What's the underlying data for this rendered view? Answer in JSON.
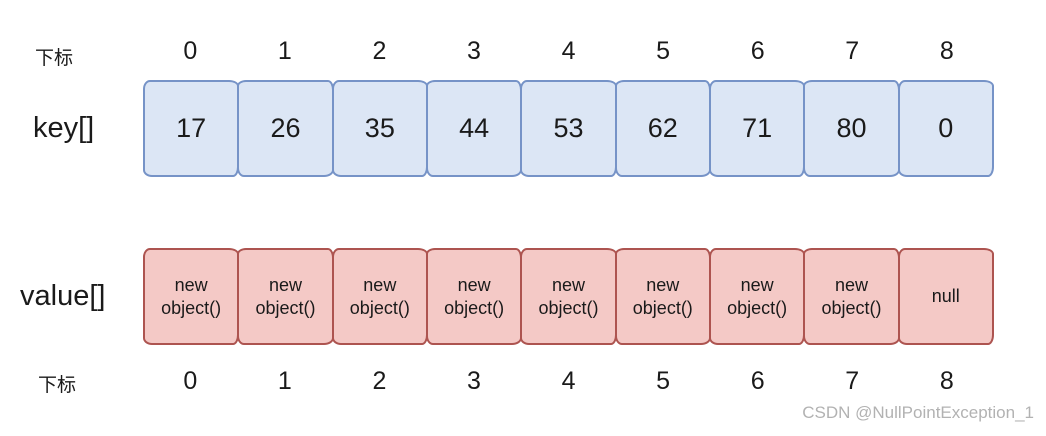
{
  "labels": {
    "index_top": "下标",
    "index_bottom": "下标",
    "key_array": "key[]",
    "value_array": "value[]"
  },
  "indices": [
    "0",
    "1",
    "2",
    "3",
    "4",
    "5",
    "6",
    "7",
    "8"
  ],
  "key_values": [
    "17",
    "26",
    "35",
    "44",
    "53",
    "62",
    "71",
    "80",
    "0"
  ],
  "value_values": [
    "new object()",
    "new object()",
    "new object()",
    "new object()",
    "new object()",
    "new object()",
    "new object()",
    "new object()",
    "null"
  ],
  "watermark": "CSDN @NullPointException_1",
  "colors": {
    "key_cell_fill": "#dce6f5",
    "key_cell_border": "#7693c7",
    "value_cell_fill": "#f4c9c6",
    "value_cell_border": "#ad5450",
    "text": "#1a1a1a",
    "watermark": "#b2b2b2"
  }
}
